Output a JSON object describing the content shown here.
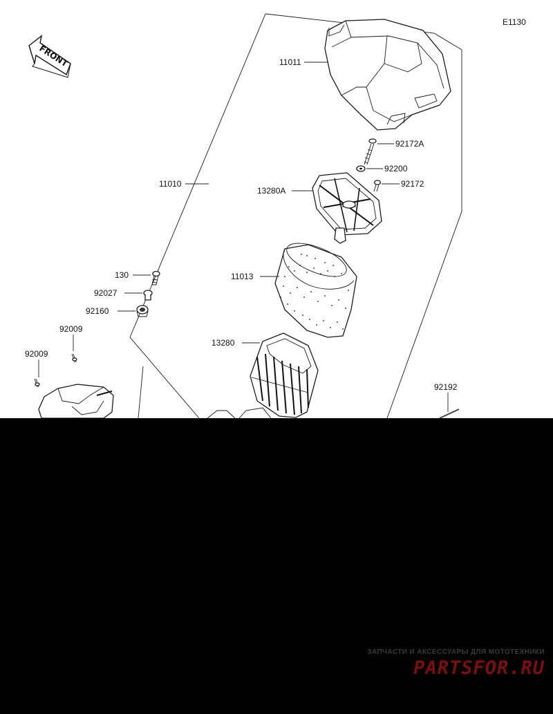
{
  "diagram": {
    "code": "E1130",
    "front_label": "FRONT",
    "parts": {
      "p11011": "11011",
      "p92172A": "92172A",
      "p92200": "92200",
      "p11010": "11010",
      "p13280A": "13280A",
      "p92172": "92172",
      "p130": "130",
      "p92027": "92027",
      "p11013": "11013",
      "p92160": "92160",
      "p92009a": "92009",
      "p92009b": "92009",
      "p13280": "13280",
      "p92192": "92192"
    }
  },
  "watermark": {
    "tagline": "ЗАПЧАСТИ И АКСЕССУАРЫ ДЛЯ МОТОТЕХНИКИ",
    "brand": "PARTSFOR.RU"
  },
  "colors": {
    "background": "#ffffff",
    "line": "#1a1a1a",
    "blackout": "#000000",
    "brand": "#7a0e10"
  }
}
